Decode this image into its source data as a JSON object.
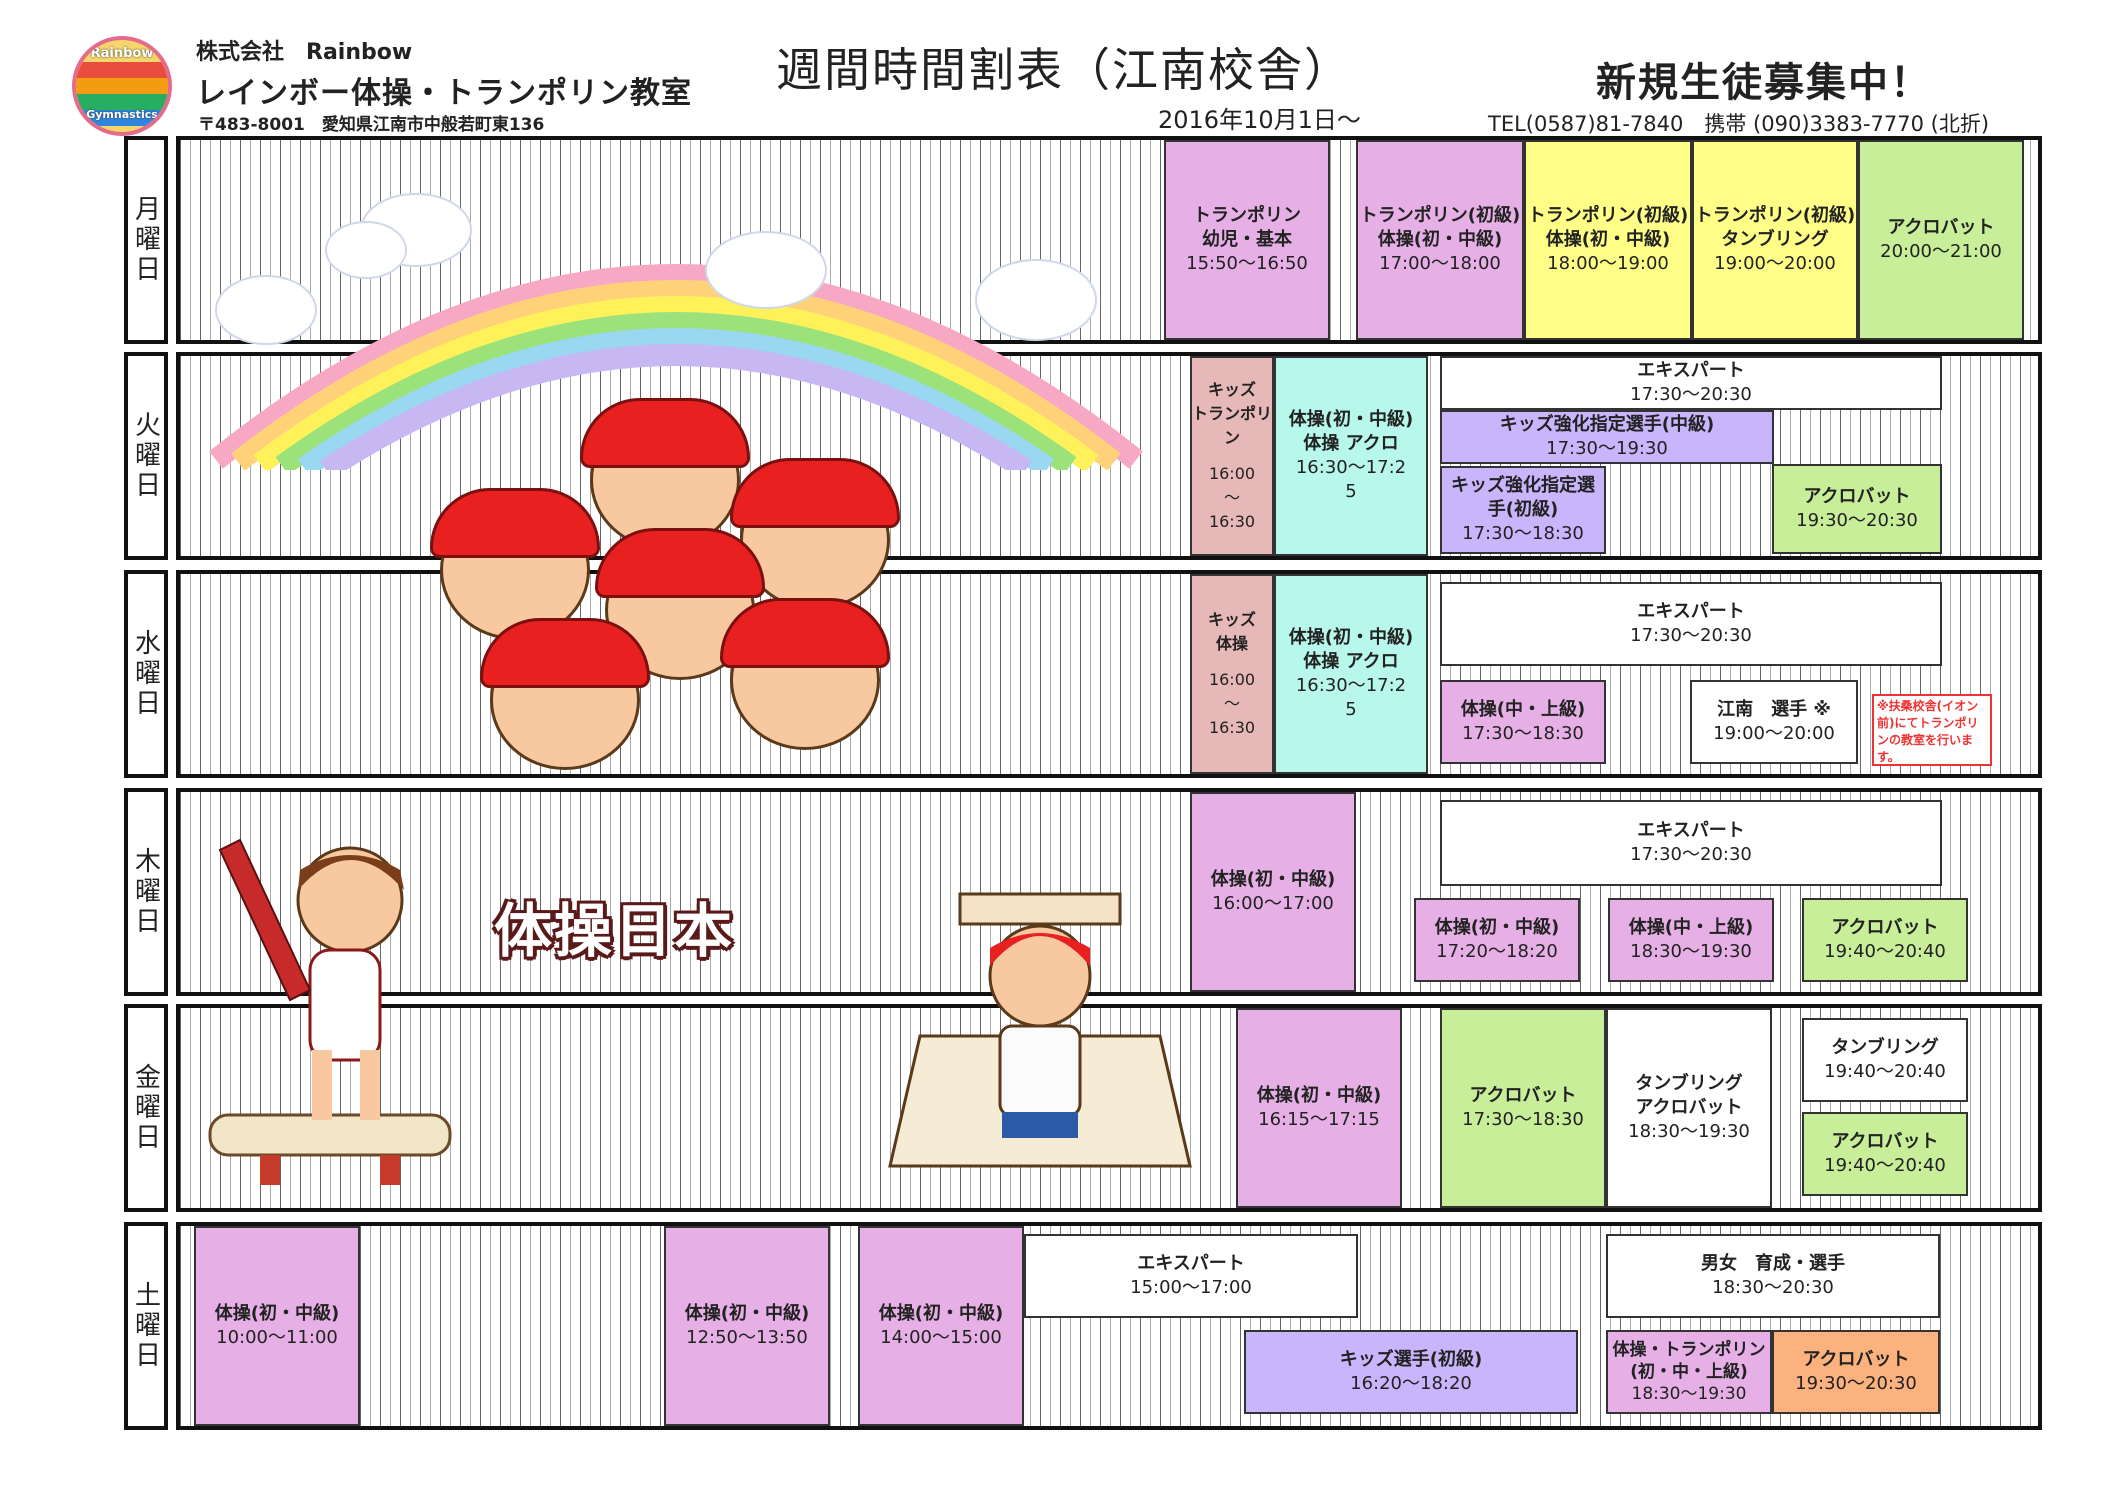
{
  "header": {
    "logo_top": "Rainbow",
    "logo_bottom": "Gymnastics",
    "company": "株式会社　Rainbow",
    "school": "レインボー体操・トランポリン教室",
    "address": "〒483-8001　愛知県江南市中般若町東136",
    "title": "週間時間割表（江南校舎）",
    "date": "2016年10月1日～",
    "recruit": "新規生徒募集中！",
    "tel": "TEL(0587)81-7840　携帯 (090)3383-7770 (北折)"
  },
  "days": [
    {
      "label": "月曜日"
    },
    {
      "label": "火曜日"
    },
    {
      "label": "水曜日"
    },
    {
      "label": "木曜日"
    },
    {
      "label": "金曜日"
    },
    {
      "label": "土曜日"
    }
  ],
  "classes": {
    "mon": [
      {
        "name": "トランポリン\n幼児・基本",
        "time": "15:50～16:50"
      },
      {
        "name": "トランポリン(初級)\n体操(初・中級)",
        "time": "17:00～18:00"
      },
      {
        "name": "トランポリン(初級)\n体操(初・中級)",
        "time": "18:00～19:00"
      },
      {
        "name": "トランポリン(初級)\nタンブリング",
        "time": "19:00～20:00"
      },
      {
        "name": "アクロバット",
        "time": "20:00～21:00"
      }
    ],
    "tue": [
      {
        "name": "キッズ\nトランポリン",
        "time": "16:00\n～\n16:30"
      },
      {
        "name": "体操(初・中級)\n体操 アクロ",
        "time": "16:30～17:2\n5"
      },
      {
        "name": "エキスパート",
        "time": "17:30～20:30"
      },
      {
        "name": "キッズ強化指定選手(中級)",
        "time": "17:30～19:30"
      },
      {
        "name": "キッズ強化指定選\n手(初級)",
        "time": "17:30～18:30"
      },
      {
        "name": "アクロバット",
        "time": "19:30～20:30"
      }
    ],
    "wed": [
      {
        "name": "キッズ\n体操",
        "time": "16:00\n～\n16:30"
      },
      {
        "name": "体操(初・中級)\n体操 アクロ",
        "time": "16:30～17:2\n5"
      },
      {
        "name": "エキスパート",
        "time": "17:30～20:30"
      },
      {
        "name": "体操(中・上級)",
        "time": "17:30～18:30"
      },
      {
        "name": "江南　選手 ※",
        "time": "19:00～20:00"
      }
    ],
    "wed_note": "※扶桑校舎(イオン前)にてトランポリンの教室を行います。",
    "thu": [
      {
        "name": "体操(初・中級)",
        "time": "16:00～17:00"
      },
      {
        "name": "エキスパート",
        "time": "17:30～20:30"
      },
      {
        "name": "体操(初・中級)",
        "time": "17:20～18:20"
      },
      {
        "name": "体操(中・上級)",
        "time": "18:30～19:30"
      },
      {
        "name": "アクロバット",
        "time": "19:40～20:40"
      }
    ],
    "fri": [
      {
        "name": "体操(初・中級)",
        "time": "16:15～17:15"
      },
      {
        "name": "アクロバット",
        "time": "17:30～18:30"
      },
      {
        "name": "タンブリング\nアクロバット",
        "time": "18:30～19:30"
      },
      {
        "name": "タンブリング",
        "time": "19:40～20:40"
      },
      {
        "name": "アクロバット",
        "time": "19:40～20:40"
      }
    ],
    "sat": [
      {
        "name": "体操(初・中級)",
        "time": "10:00～11:00"
      },
      {
        "name": "体操(初・中級)",
        "time": "12:50～13:50"
      },
      {
        "name": "体操(初・中級)",
        "time": "14:00～15:00"
      },
      {
        "name": "エキスパート",
        "time": "15:00～17:00"
      },
      {
        "name": "キッズ選手(初級)",
        "time": "16:20～18:20"
      },
      {
        "name": "男女　育成・選手",
        "time": "18:30～20:30"
      },
      {
        "name": "体操・トランポリン\n(初・中・上級)",
        "time": "18:30～19:30"
      },
      {
        "name": "アクロバット",
        "time": "19:30～20:30"
      }
    ]
  },
  "sticker_text": "体操日本",
  "colors": {
    "purple": "#e6b0e6",
    "yellow": "#ffff88",
    "green": "#c8ee9a",
    "mint": "#b8f8ec",
    "rose": "#e6b8b8",
    "violet": "#c9b5fb",
    "orange": "#fbb27e"
  }
}
